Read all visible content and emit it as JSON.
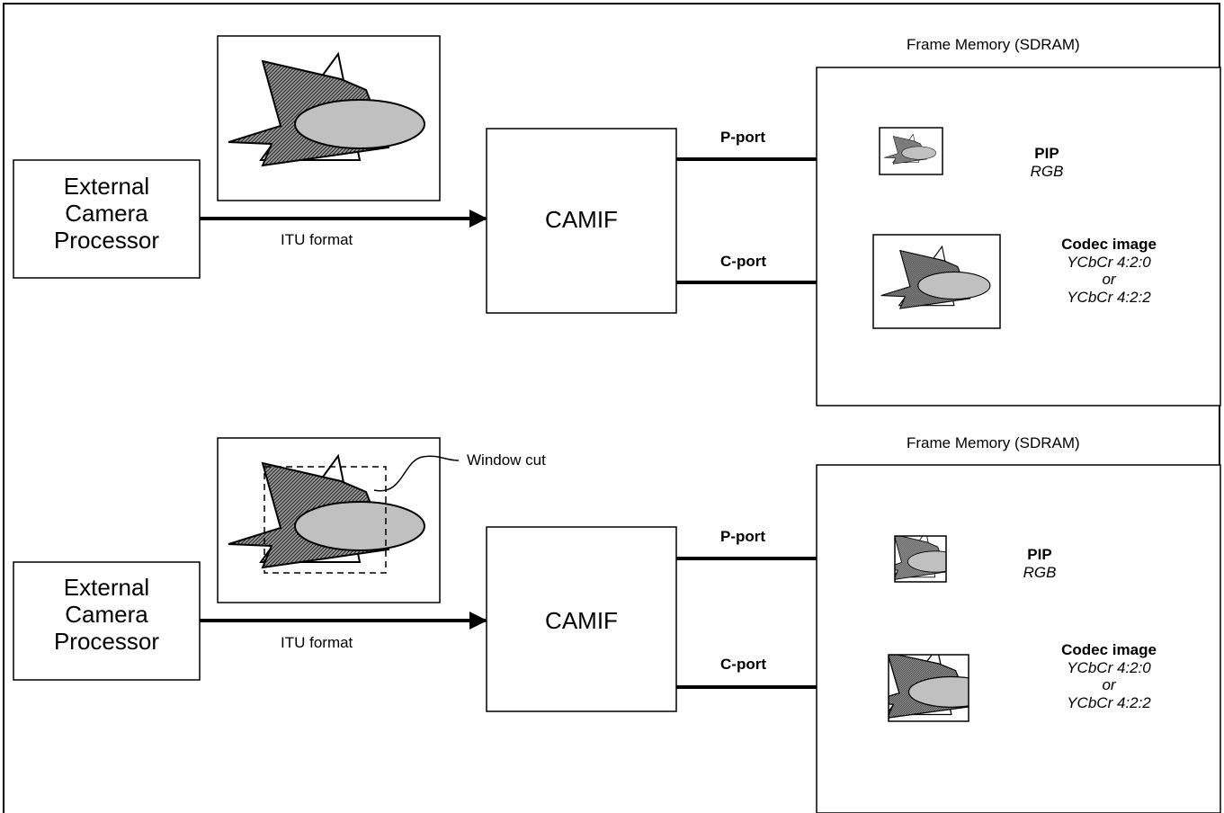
{
  "top": {
    "external_processor": [
      "External",
      "Camera",
      "Processor"
    ],
    "itu_format": "ITU format",
    "camif": "CAMIF",
    "p_port": "P-port",
    "c_port": "C-port",
    "frame_memory_title": "Frame Memory (SDRAM)",
    "pip_label": "PIP",
    "pip_format": "RGB",
    "codec_label": "Codec image",
    "codec_formats": [
      "YCbCr 4:2:0",
      "or",
      "YCbCr 4:2:2"
    ]
  },
  "bottom": {
    "external_processor": [
      "External",
      "Camera",
      "Processor"
    ],
    "itu_format": "ITU format",
    "camif": "CAMIF",
    "p_port": "P-port",
    "c_port": "C-port",
    "frame_memory_title": "Frame Memory (SDRAM)",
    "window_cut": "Window cut",
    "pip_label": "PIP",
    "pip_format": "RGB",
    "codec_label": "Codec image",
    "codec_formats": [
      "YCbCr 4:2:0",
      "or",
      "YCbCr 4:2:2"
    ]
  },
  "colors": {
    "line": "#000000",
    "ellipse_fill": "#c0c0c0",
    "hatch": "#000000"
  }
}
